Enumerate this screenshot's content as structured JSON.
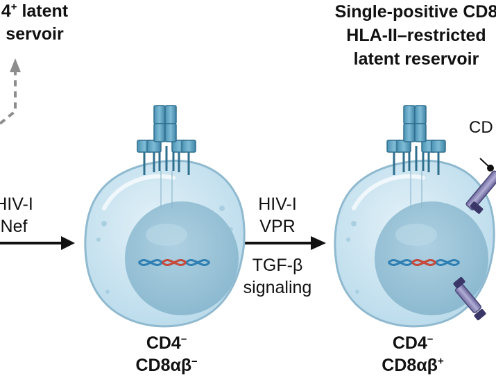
{
  "labels": {
    "left_top": {
      "line1": "4",
      "sup1": "+",
      "line1b": " latent",
      "line2": "servoir"
    },
    "right_top": {
      "line1": "Single-positive CD8",
      "line2": "HLA-II–restricted",
      "line3": "latent reservoir"
    },
    "cd_partial": "CD",
    "hiv_left": {
      "line1": "HIV-I",
      "line2": "Nef"
    },
    "hiv_right": {
      "line1": "HIV-I",
      "line2": "VPR"
    },
    "tgf": {
      "line1": "TGF-β",
      "line2": "signaling"
    },
    "bottom_left": {
      "line1": "CD4",
      "sup1": "–",
      "line2": "CD8αβ",
      "sup2": "–"
    },
    "bottom_right": {
      "line1": "CD4",
      "sup1": "–",
      "line2": "CD8αβ",
      "sup2": "+"
    }
  },
  "icons": [
    "dashed-arrow-icon",
    "right-arrow-icon",
    "t-cell-icon",
    "tcr-complex-icon",
    "dna-helix-icon",
    "cd8-receptor-icon"
  ],
  "colors": {
    "cell_fill": "#cfe6f1",
    "cell_stroke": "#8fb9cf",
    "nucleus": "#9cc4d8",
    "receptor": "#58a2c2",
    "receptor_dark": "#2f6f8e",
    "cd8": "#8a86b8",
    "dna_blue": "#2f7fb3",
    "dna_red": "#c94a3a",
    "arrow": "#111111",
    "dashed": "#8d8d8d"
  }
}
